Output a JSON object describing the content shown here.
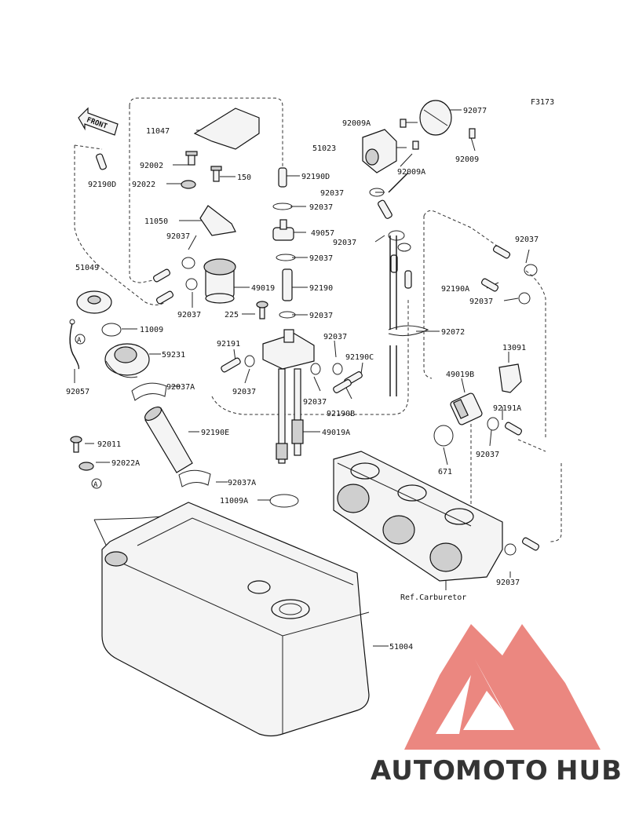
{
  "figure_code": "F3173",
  "front_label": "FRONT",
  "ref_note": "Ref.Carburetor",
  "callout_marker": "A",
  "parts": {
    "p92077": "92077",
    "p92009A_top": "92009A",
    "p51023": "51023",
    "p92009A_mid": "92009A",
    "p92009": "92009",
    "p11047": "11047",
    "p92002": "92002",
    "p150": "150",
    "p92022": "92022",
    "p92190D_left": "92190D",
    "p92190D_mid": "92190D",
    "p92037_a": "92037",
    "p11050": "11050",
    "p49057": "49057",
    "p92037_b": "92037",
    "p92037_c": "92037",
    "p92037_d": "92037",
    "p92037_e": "92037",
    "p92037_right": "92037",
    "p51049": "51049",
    "p49019": "49019",
    "p92190": "92190",
    "p92190A": "92190A",
    "p92037_f": "92037",
    "p92037_g": "92037",
    "p225": "225",
    "p92037_h": "92037",
    "p11009": "11009",
    "p92072": "92072",
    "p92191": "92191",
    "p92037_i": "92037",
    "p92190C": "92190C",
    "p13091": "13091",
    "p59231": "59231",
    "p92037_j": "92037",
    "p92037_k": "92037",
    "p49019B": "49019B",
    "p92057": "92057",
    "p92037A_top": "92037A",
    "p92190B": "92190B",
    "p92191A": "92191A",
    "p92190E": "92190E",
    "p49019A": "49019A",
    "p92037_l": "92037",
    "p92011": "92011",
    "p92022A": "92022A",
    "p671": "671",
    "p92037A_bot": "92037A",
    "p11009A": "11009A",
    "p92037_m": "92037",
    "p51004": "51004"
  },
  "watermark": {
    "brand_part1": "AUTO",
    "brand_part2": "MOTO",
    "brand_part3": "HUB",
    "colors": {
      "logo": "#e8736b",
      "auto": "#f6a623",
      "moto": "#e8736b",
      "hub": "#777777"
    }
  }
}
